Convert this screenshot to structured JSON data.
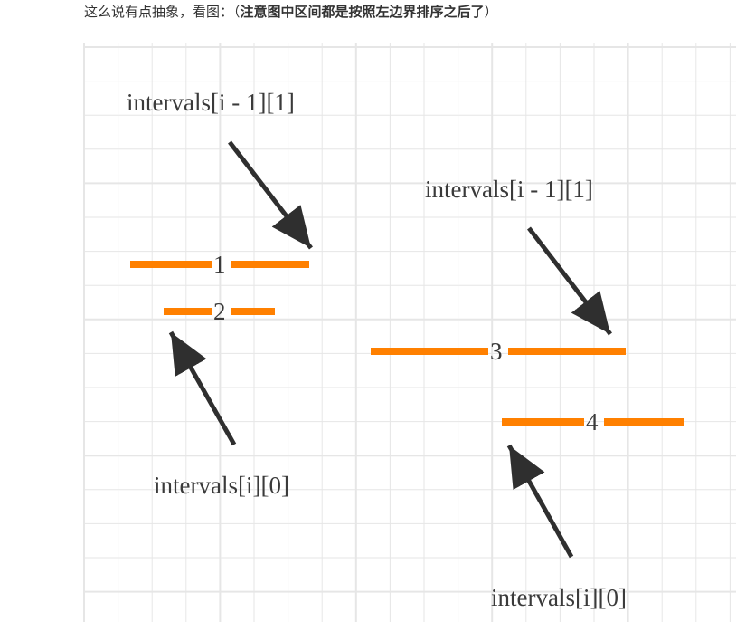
{
  "caption": {
    "prefix": "这么说有点抽象，看图：（",
    "bold": "注意图中区间都是按照左边界排序之后了",
    "suffix": "）"
  },
  "diagram": {
    "interval_numbers": [
      "1",
      "2",
      "3",
      "4"
    ],
    "labels": {
      "left_end_prev_top": "intervals[i - 1][1]",
      "left_start_curr": "intervals[i][0]",
      "right_end_prev_top": "intervals[i - 1][1]",
      "right_start_curr": "intervals[i][0]"
    },
    "colors": {
      "interval": "#ff8000",
      "arrow": "#2f2f2f",
      "grid": "#e6e6e6",
      "text": "#3a3a3a"
    }
  }
}
